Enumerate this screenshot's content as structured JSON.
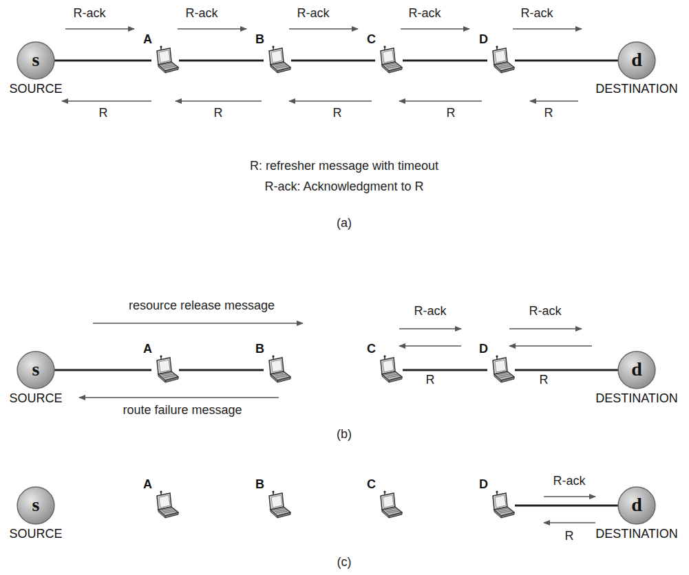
{
  "diagram": {
    "nodes": [
      {
        "text": [
          "s",
          "SOURCE"
        ]
      },
      {
        "text": [
          "A"
        ]
      },
      {
        "text": [
          "B"
        ]
      },
      {
        "text": [
          "C"
        ]
      },
      {
        "text": [
          "D"
        ]
      },
      {
        "text": [
          "d",
          "DESTINATION"
        ]
      },
      {
        "text": [
          "s",
          "SOURCE"
        ]
      },
      {
        "text": [
          "A"
        ]
      },
      {
        "text": [
          "B"
        ]
      },
      {
        "text": [
          "C"
        ]
      },
      {
        "text": [
          "D"
        ]
      },
      {
        "text": [
          "d",
          "DESTINATION"
        ]
      },
      {
        "text": [
          "s",
          "SOURCE"
        ]
      },
      {
        "text": [
          "A"
        ]
      },
      {
        "text": [
          "B"
        ]
      },
      {
        "text": [
          "C"
        ]
      },
      {
        "text": [
          "D"
        ]
      },
      {
        "text": [
          "d",
          "DESTINATION"
        ]
      }
    ],
    "edges": [
      {
        "from": 0,
        "to": 1,
        "arrow": "none"
      },
      {
        "from": 1,
        "to": 2,
        "arrow": "none"
      },
      {
        "from": 2,
        "to": 3,
        "arrow": "none"
      },
      {
        "from": 3,
        "to": 4,
        "arrow": "none"
      },
      {
        "from": 4,
        "to": 5,
        "arrow": "none"
      },
      {
        "from": 6,
        "to": 7,
        "arrow": "none"
      },
      {
        "from": 7,
        "to": 8,
        "arrow": "none"
      },
      {
        "from": 9,
        "to": 10,
        "arrow": "none"
      },
      {
        "from": 10,
        "to": 11,
        "arrow": "none"
      },
      {
        "from": 16,
        "to": 17,
        "arrow": "none"
      }
    ],
    "labels": [
      "R-ack",
      "R-ack",
      "R-ack",
      "R-ack",
      "R-ack",
      "R",
      "R",
      "R",
      "R",
      "R",
      "R: refresher message with timeout",
      "R-ack: Acknowledgment to R",
      "(a)",
      "resource release message",
      "route failure message",
      "R-ack",
      "R-ack",
      "R",
      "R",
      "(b)",
      "R-ack",
      "R",
      "(c)"
    ]
  }
}
